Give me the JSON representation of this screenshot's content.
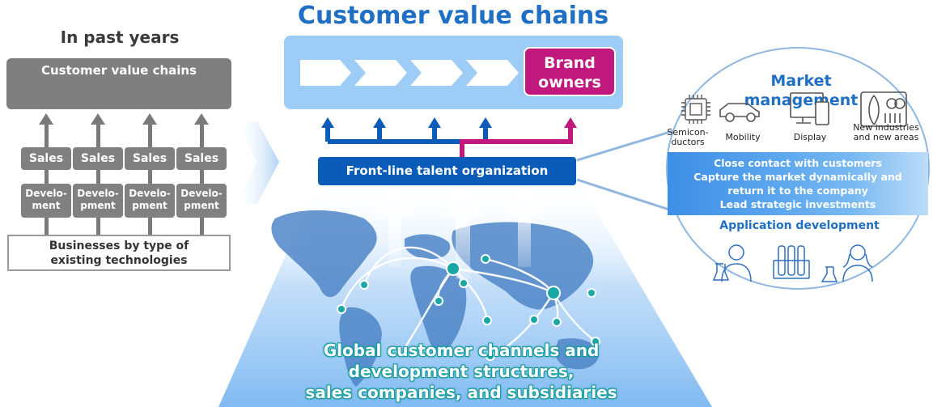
{
  "past": {
    "title": "In past years",
    "chain_title": "Customer value chains",
    "columns": [
      {
        "sales": "Sales",
        "dev": "Develo-\nment"
      },
      {
        "sales": "Sales",
        "dev": "Develo-\npment"
      },
      {
        "sales": "Sales",
        "dev": "Develo-\npment"
      },
      {
        "sales": "Sales",
        "dev": "Develo-\npment"
      }
    ],
    "businesses": "Businesses by type of\nexisting technologies"
  },
  "center": {
    "title": "Customer value chains",
    "brand_owners": "Brand\nowners",
    "frontline": "Front-line talent organization",
    "global": "Global customer channels and\ndevelopment structures,\nsales companies, and subsidiaries"
  },
  "market": {
    "title": "Market\nmanagement",
    "icons": [
      {
        "label": "Semicon-\nductors",
        "icon": "chip-icon"
      },
      {
        "label": "Mobility",
        "icon": "car-icon"
      },
      {
        "label": "Display",
        "icon": "display-icon"
      },
      {
        "label": "New industries\nand new areas",
        "icon": "food-icon"
      }
    ],
    "band_lines": [
      "Close contact with customers",
      "Capture the market dynamically and",
      "return it to the company",
      "Lead strategic investments"
    ],
    "application_title": "Application development",
    "app_icons": [
      "researcher-male-icon",
      "test-tubes-icon",
      "researcher-female-icon"
    ]
  },
  "colors": {
    "blue_title": "#1f6fc5",
    "brand_magenta": "#c0187d",
    "frontline_blue": "#0b5cb8",
    "gray": "#808080",
    "teal": "#18a6a6"
  }
}
